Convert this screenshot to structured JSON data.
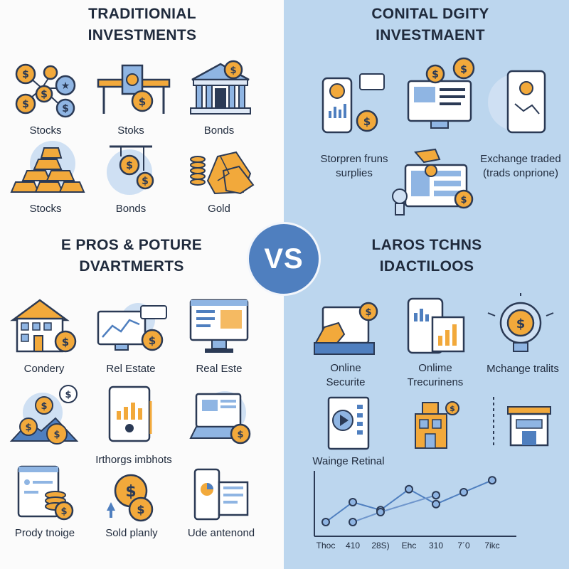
{
  "colors": {
    "left_background": "#fbfbfb",
    "right_background": "#bcd6ee",
    "navy": "#2b3a55",
    "gold": "#f2a93b",
    "blue": "#4f7fbf",
    "vs_circle": "#4f7fbf"
  },
  "left_top": {
    "title_line1": "TRADITIONIAL",
    "title_line2": "INVESTMENTS",
    "items": [
      {
        "label": "Stocks",
        "icon": "coin-network-icon"
      },
      {
        "label": "Stoks",
        "icon": "money-table-icon"
      },
      {
        "label": "Bonds",
        "icon": "bank-building-icon"
      },
      {
        "label": "Stocks",
        "icon": "gold-bars-icon"
      },
      {
        "label": "Bonds",
        "icon": "hanging-coins-icon"
      },
      {
        "label": "Gold",
        "icon": "gold-nuggets-icon"
      }
    ]
  },
  "right_top": {
    "title_line1": "CONITAL DGITY",
    "title_line2": "INVESTMAENT",
    "items": [
      {
        "label_line1": "",
        "label_line2": "",
        "icon": "phone-chat-icon"
      },
      {
        "label_line1": "",
        "label_line2": "",
        "icon": "computer-chart-icon"
      },
      {
        "label_line1": "",
        "label_line2": "",
        "icon": "tablet-map-icon"
      },
      {
        "label_line1": "Storpren fruns",
        "label_line2": "surplies",
        "icon": ""
      },
      {
        "label_line1": "",
        "label_line2": "",
        "icon": "monitor-coins-icon"
      },
      {
        "label_line1": "Exchange traded",
        "label_line2": "(trads onprione)",
        "icon": ""
      }
    ]
  },
  "vs_label": "VS",
  "left_bottom": {
    "title_line1": "E PROS & POTURE",
    "title_line2": "DVARTMERTS",
    "items": [
      {
        "label": "Condery",
        "icon": "house-icon"
      },
      {
        "label": "Rel Estate",
        "icon": "monitor-graph-icon"
      },
      {
        "label": "Real Este",
        "icon": "desktop-icon"
      },
      {
        "label": "",
        "icon": "coins-arrows-icon"
      },
      {
        "label": "Irthorgs imbhots",
        "icon": "tablet-bars-icon"
      },
      {
        "label": "",
        "icon": "laptop-icon"
      },
      {
        "label": "Prody tnoige",
        "icon": "browser-coins-icon"
      },
      {
        "label": "Sold planly",
        "icon": "coin-stack-icon"
      },
      {
        "label": "Ude antenond",
        "icon": "dashboard-icon"
      }
    ]
  },
  "right_bottom": {
    "title_line1": "LAROS TCHNS",
    "title_line2": "IDACTILOOS",
    "items": [
      {
        "label_line1": "Online",
        "label_line2": "Securite",
        "icon": "hand-screen-icon"
      },
      {
        "label_line1": "Onlime",
        "label_line2": "Trecurinens",
        "icon": "tablet-report-icon"
      },
      {
        "label_line1": "Mchange tralits",
        "label_line2": "",
        "icon": "lightbulb-icon"
      },
      {
        "label_line1": "",
        "label_line2": "",
        "icon": "document-play-icon"
      },
      {
        "label_line1": "",
        "label_line2": "",
        "icon": "shop-icon"
      },
      {
        "label_line1": "",
        "label_line2": "",
        "icon": "store-icon"
      }
    ],
    "waing_label": "Wainge Retinal"
  },
  "chart_data": {
    "type": "line",
    "categories": [
      "Thoc",
      "410",
      "28S)",
      "Ehc",
      "310",
      "7´0",
      "7ikc"
    ],
    "series": [
      {
        "values": [
          1,
          3,
          2.2,
          4.3,
          2.8,
          4,
          5.2
        ]
      },
      {
        "values": [
          null,
          1,
          2,
          null,
          3.7,
          null,
          null
        ]
      }
    ],
    "grid": false
  }
}
